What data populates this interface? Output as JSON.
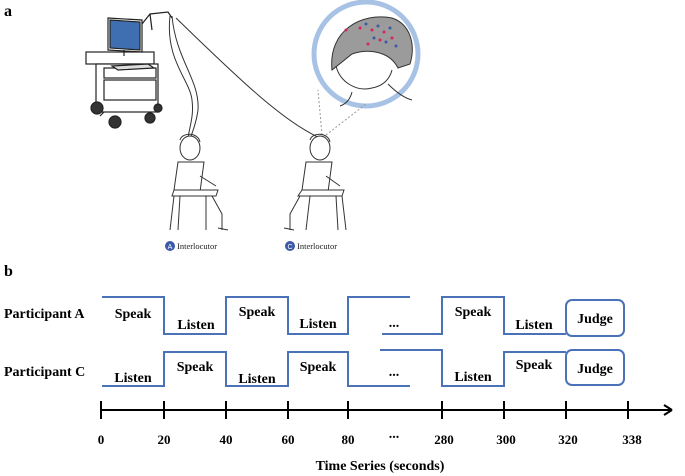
{
  "panels": {
    "a": "a",
    "b": "b"
  },
  "participants": [
    {
      "badge": "A",
      "caption": "Interlocutor"
    },
    {
      "badge": "C",
      "caption": "Interlocutor"
    }
  ],
  "timeline": {
    "rows": [
      {
        "label": "Participant A",
        "segments": [
          "Speak",
          "Listen",
          "Speak",
          "Listen",
          "Speak",
          "Listen"
        ],
        "judge": "Judge"
      },
      {
        "label": "Participant C",
        "segments": [
          "Listen",
          "Speak",
          "Listen",
          "Speak",
          "Listen",
          "Speak"
        ],
        "judge": "Judge"
      }
    ],
    "ellipsis": "...",
    "ticks": [
      "0",
      "20",
      "40",
      "60",
      "80",
      "280",
      "300",
      "320",
      "338"
    ],
    "axis_title": "Time Series (seconds)",
    "colors": {
      "wave": "#4a72b8",
      "badge": "#3d5aa8",
      "axis": "#000000"
    }
  }
}
